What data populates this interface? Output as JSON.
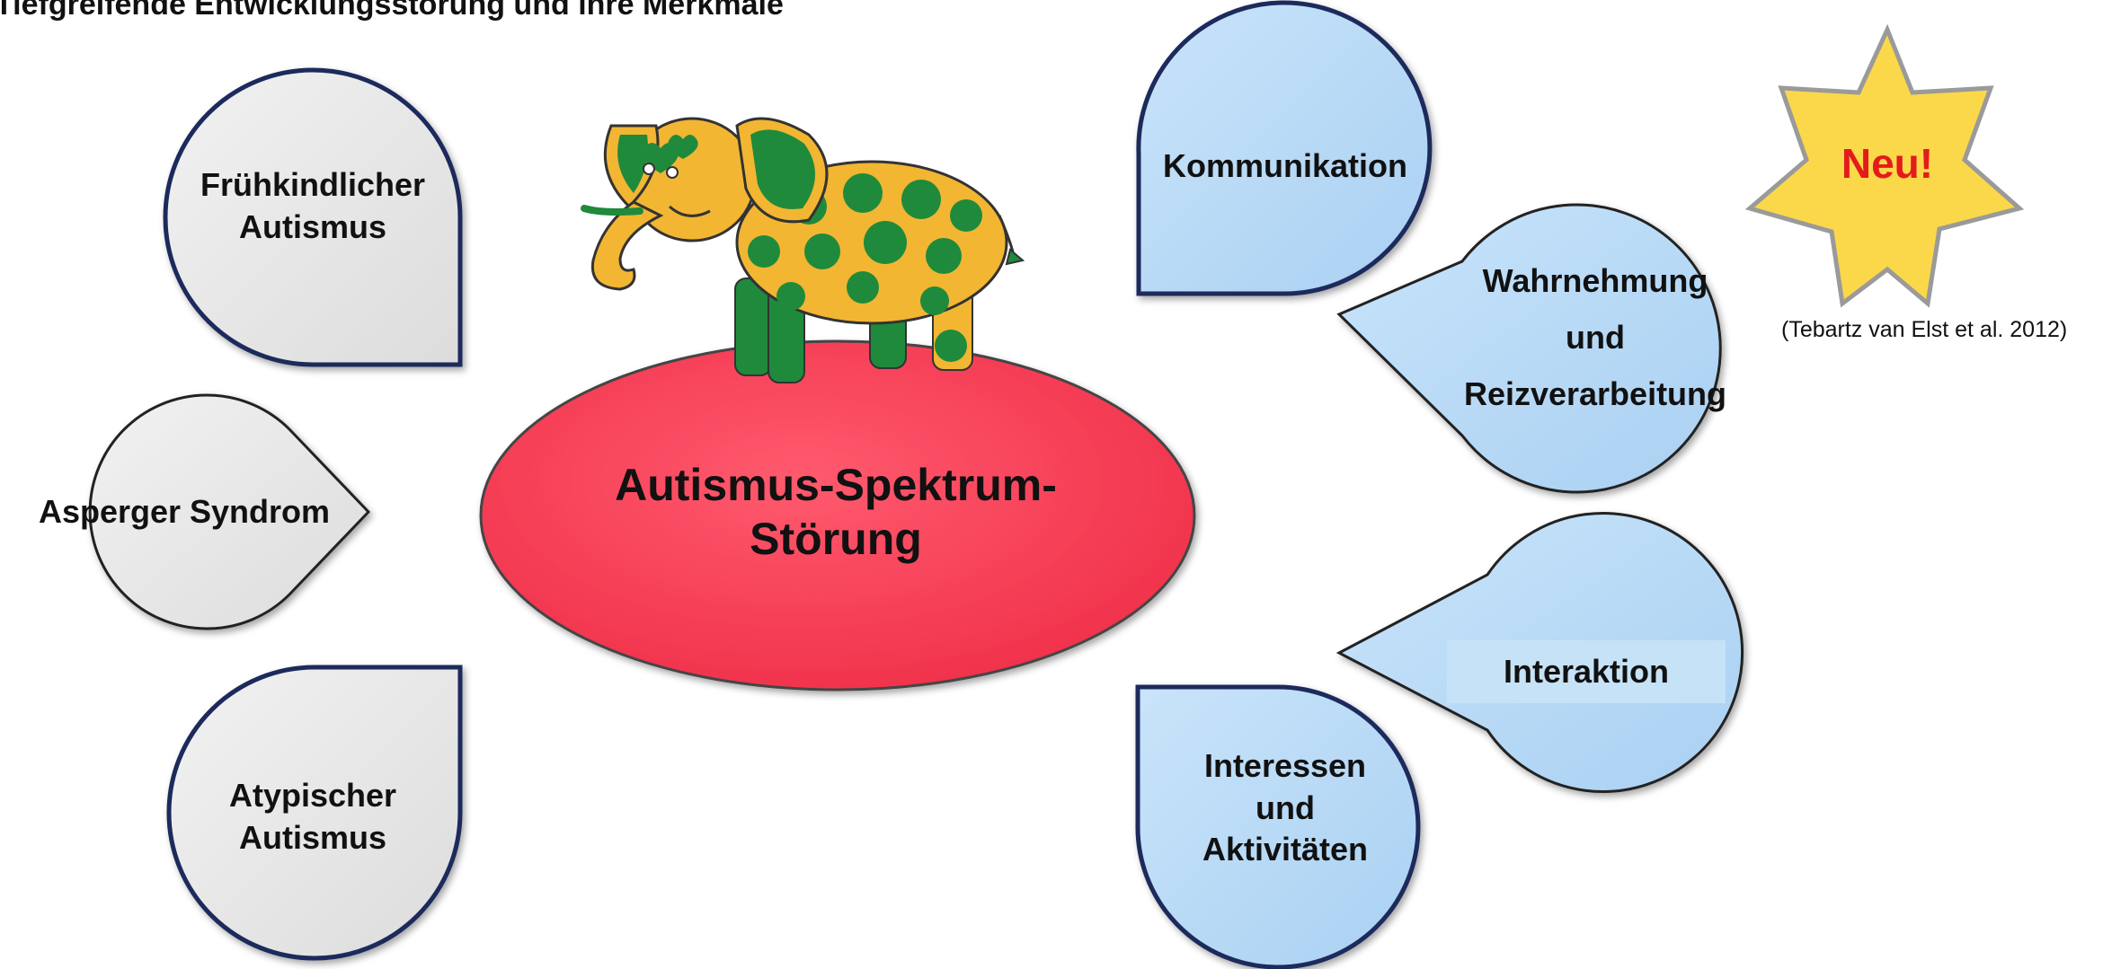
{
  "title": "Tiefgreifende Entwicklungsstörung und ihre Merkmale",
  "center": {
    "line1": "Autismus-Spektrum-",
    "line2": "Störung"
  },
  "left_nodes": [
    {
      "line1": "Frühkindlicher",
      "line2": "Autismus"
    },
    {
      "line1": "Asperger Syndrom"
    },
    {
      "line1": "Atypischer",
      "line2": "Autismus"
    }
  ],
  "right_nodes": [
    {
      "line1": "Kommunikation"
    },
    {
      "line1": "Wahrnehmung",
      "line2": "und",
      "line3": "Reizverarbeitung"
    },
    {
      "line1": "Interaktion"
    },
    {
      "line1": "Interessen",
      "line2": "und",
      "line3": "Aktivitäten"
    }
  ],
  "badge": {
    "text": "Neu!",
    "color": "#e31b1b",
    "star_color": "#fbd84a"
  },
  "citation": "(Tebartz van Elst et al. 2012)",
  "colors": {
    "grey_fill": "#e8e8e8",
    "blue_fill": "#bcdcf6",
    "center_fill": "#ff3d55",
    "navy_border": "#1b2a5c"
  }
}
